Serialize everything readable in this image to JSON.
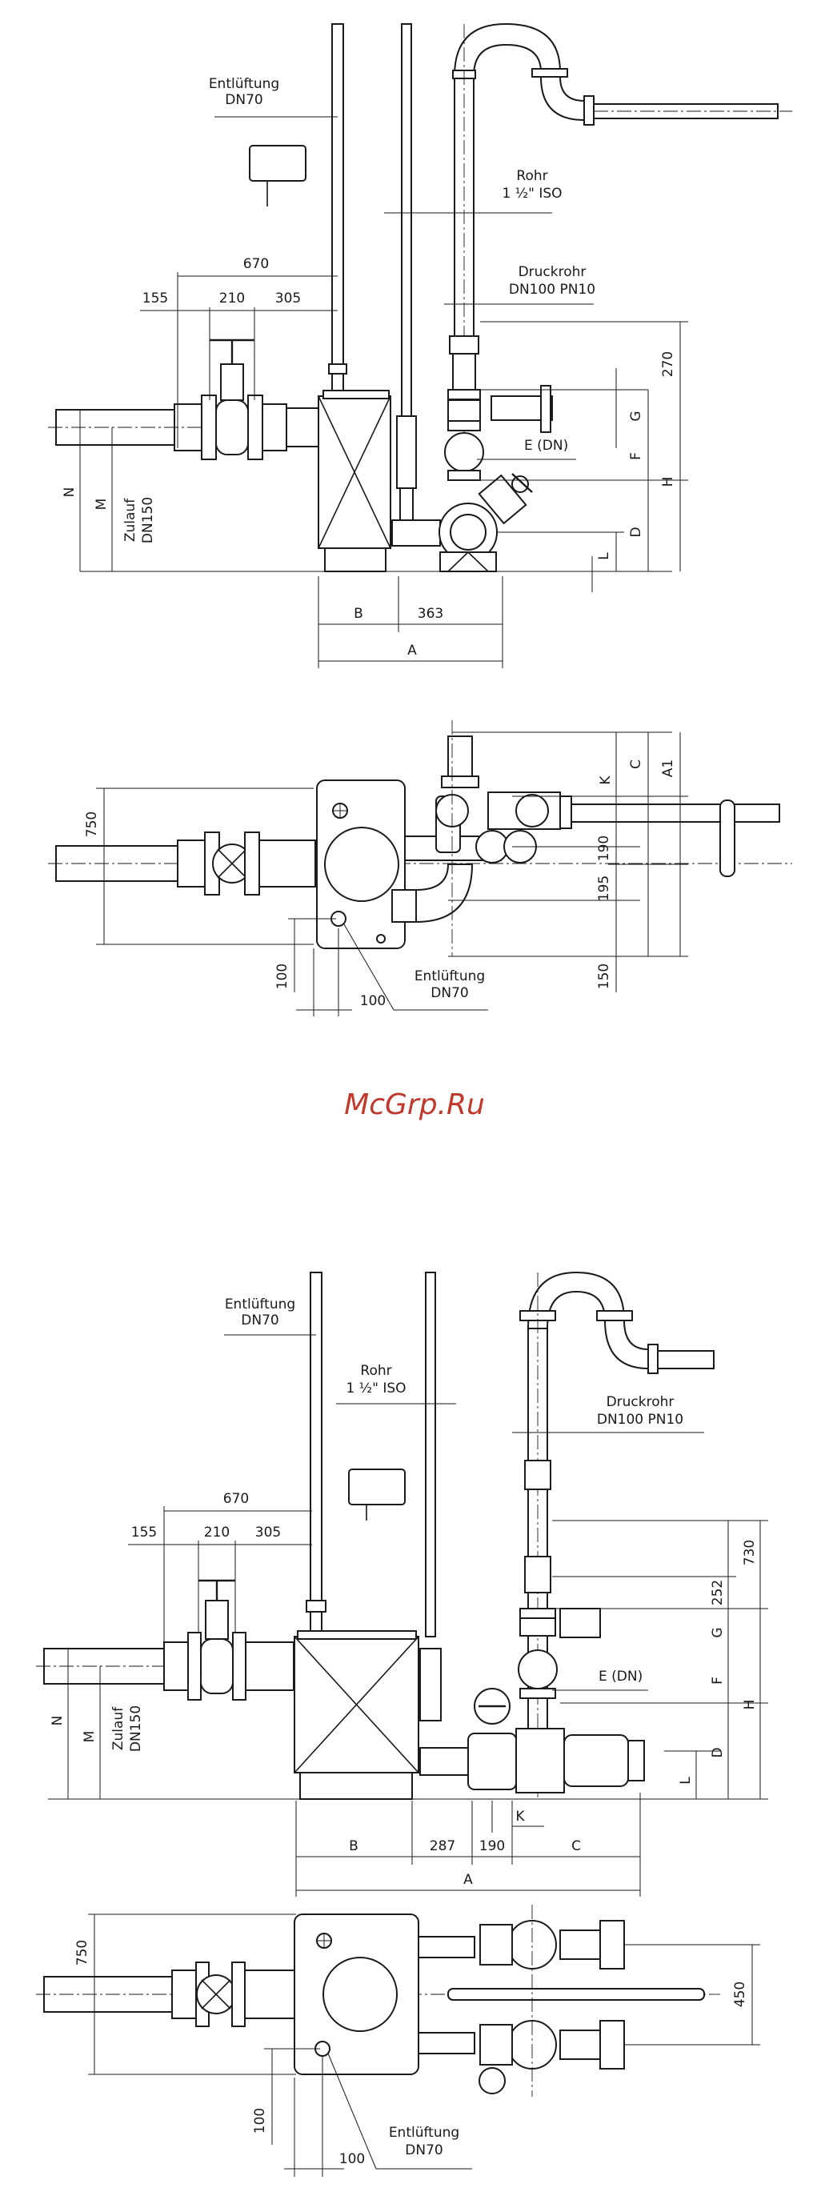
{
  "watermark": "McGrp.Ru",
  "view1": {
    "vent_label_1": "Entlüftung",
    "vent_label_2": "DN70",
    "pipe_label_1": "Rohr",
    "pipe_label_2": "1 ½\" ISO",
    "discharge_label_1": "Druckrohr",
    "discharge_label_2": "DN100 PN10",
    "inlet_label_1": "Zulauf",
    "inlet_label_2": "DN150",
    "dim_670": "670",
    "dim_155": "155",
    "dim_210": "210",
    "dim_305": "305",
    "dim_270": "270",
    "dim_363": "363",
    "lbl_G": "G",
    "lbl_F": "F",
    "lbl_H": "H",
    "lbl_D": "D",
    "lbl_L": "L",
    "lbl_N": "N",
    "lbl_M": "M",
    "lbl_B": "B",
    "lbl_A": "A",
    "lbl_E": "E (DN)"
  },
  "view2": {
    "dim_750": "750",
    "dim_190": "190",
    "dim_195": "195",
    "dim_150": "150",
    "dim_100a": "100",
    "dim_100b": "100",
    "lbl_K": "K",
    "lbl_C": "C",
    "lbl_A1": "A1",
    "vent_label_1": "Entlüftung",
    "vent_label_2": "DN70"
  },
  "view3": {
    "vent_label_1": "Entlüftung",
    "vent_label_2": "DN70",
    "pipe_label_1": "Rohr",
    "pipe_label_2": "1 ½\" ISO",
    "discharge_label_1": "Druckrohr",
    "discharge_label_2": "DN100 PN10",
    "inlet_label_1": "Zulauf",
    "inlet_label_2": "DN150",
    "dim_670": "670",
    "dim_155": "155",
    "dim_210": "210",
    "dim_305": "305",
    "dim_730": "730",
    "dim_252": "252",
    "dim_287": "287",
    "dim_190": "190",
    "lbl_G": "G",
    "lbl_F": "F",
    "lbl_H": "H",
    "lbl_D": "D",
    "lbl_L": "L",
    "lbl_N": "N",
    "lbl_M": "M",
    "lbl_B": "B",
    "lbl_A": "A",
    "lbl_C": "C",
    "lbl_K": "K",
    "lbl_E": "E (DN)"
  },
  "view4": {
    "dim_750": "750",
    "dim_450": "450",
    "dim_100a": "100",
    "dim_100b": "100",
    "vent_label_1": "Entlüftung",
    "vent_label_2": "DN70"
  }
}
